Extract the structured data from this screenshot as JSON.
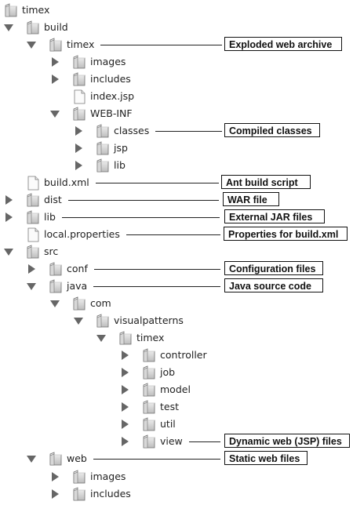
{
  "tree": [
    {
      "label": "timex",
      "icon": "folder-icon",
      "toggle": "none"
    },
    {
      "label": "build",
      "icon": "folder-icon",
      "toggle": "expanded"
    },
    {
      "label": "timex",
      "icon": "folder-icon",
      "toggle": "expanded",
      "annotation": "Exploded web archive"
    },
    {
      "label": "images",
      "icon": "folder-icon",
      "toggle": "collapsed"
    },
    {
      "label": "includes",
      "icon": "folder-icon",
      "toggle": "collapsed"
    },
    {
      "label": "index.jsp",
      "icon": "file-icon",
      "toggle": "none"
    },
    {
      "label": "WEB-INF",
      "icon": "folder-icon",
      "toggle": "expanded"
    },
    {
      "label": "classes",
      "icon": "folder-icon",
      "toggle": "collapsed",
      "annotation": "Compiled classes"
    },
    {
      "label": "jsp",
      "icon": "folder-icon",
      "toggle": "collapsed"
    },
    {
      "label": "lib",
      "icon": "folder-icon",
      "toggle": "collapsed"
    },
    {
      "label": "build.xml",
      "icon": "file-icon",
      "toggle": "none",
      "annotation": "Ant build script"
    },
    {
      "label": "dist",
      "icon": "folder-icon",
      "toggle": "collapsed",
      "annotation": "WAR file"
    },
    {
      "label": "lib",
      "icon": "folder-icon",
      "toggle": "collapsed",
      "annotation": "External JAR files"
    },
    {
      "label": "local.properties",
      "icon": "file-icon",
      "toggle": "none",
      "annotation": "Properties for build.xml"
    },
    {
      "label": "src",
      "icon": "folder-icon",
      "toggle": "expanded"
    },
    {
      "label": "conf",
      "icon": "folder-icon",
      "toggle": "collapsed",
      "annotation": "Configuration files"
    },
    {
      "label": "java",
      "icon": "folder-icon",
      "toggle": "expanded",
      "annotation": "Java source code"
    },
    {
      "label": "com",
      "icon": "folder-icon",
      "toggle": "expanded"
    },
    {
      "label": "visualpatterns",
      "icon": "folder-icon",
      "toggle": "expanded"
    },
    {
      "label": "timex",
      "icon": "folder-icon",
      "toggle": "expanded"
    },
    {
      "label": "controller",
      "icon": "folder-icon",
      "toggle": "collapsed"
    },
    {
      "label": "job",
      "icon": "folder-icon",
      "toggle": "collapsed"
    },
    {
      "label": "model",
      "icon": "folder-icon",
      "toggle": "collapsed"
    },
    {
      "label": "test",
      "icon": "folder-icon",
      "toggle": "collapsed"
    },
    {
      "label": "util",
      "icon": "folder-icon",
      "toggle": "collapsed"
    },
    {
      "label": "view",
      "icon": "folder-icon",
      "toggle": "collapsed",
      "annotation": "Dynamic web (JSP) files"
    },
    {
      "label": "web",
      "icon": "folder-icon",
      "toggle": "expanded",
      "annotation": "Static web files"
    },
    {
      "label": "images",
      "icon": "folder-icon",
      "toggle": "collapsed"
    },
    {
      "label": "includes",
      "icon": "folder-icon",
      "toggle": "collapsed"
    }
  ]
}
